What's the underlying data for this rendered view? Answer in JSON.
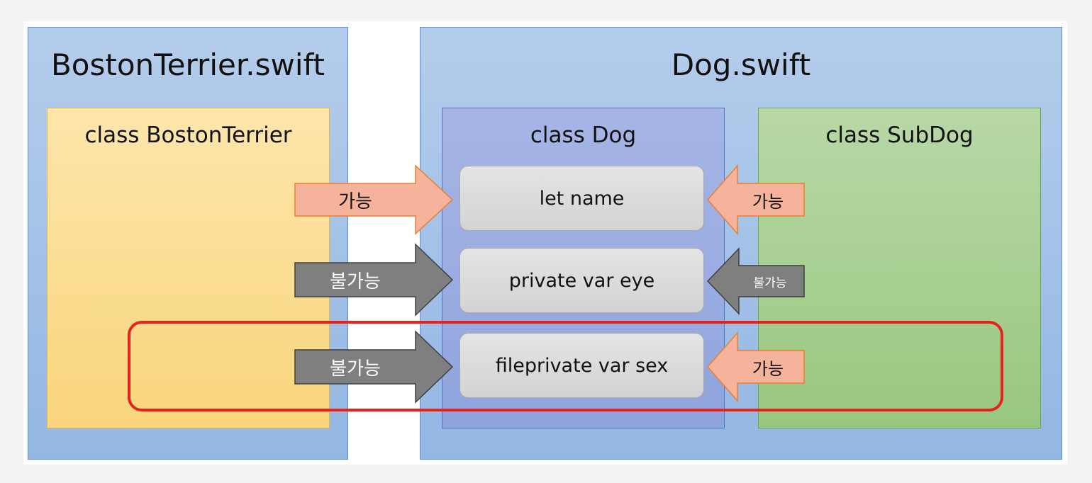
{
  "files": {
    "left": {
      "title": "BostonTerrier.swift"
    },
    "right": {
      "title": "Dog.swift"
    }
  },
  "classes": {
    "boston": {
      "title": "class BostonTerrier"
    },
    "dog": {
      "title": "class Dog"
    },
    "subdog": {
      "title": "class SubDog"
    }
  },
  "members": {
    "name": "let name",
    "eye": "private var eye",
    "sex": "fileprivate var sex"
  },
  "access": {
    "from_boston": {
      "name": "가능",
      "eye": "불가능",
      "sex": "불가능"
    },
    "from_subdog": {
      "name": "가능",
      "eye": "불가능",
      "sex": "가능"
    }
  },
  "colors": {
    "allowed_arrow": "#f4b39a",
    "allowed_arrow_border": "#ed7d31",
    "denied_arrow": "#7f7f7f",
    "denied_arrow_border": "#404040",
    "highlight": "#e8211a"
  }
}
